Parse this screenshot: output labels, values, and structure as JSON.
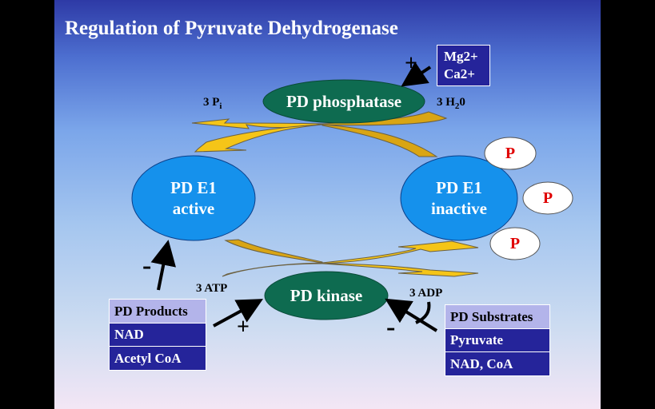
{
  "title": "Regulation of Pyruvate Dehydrogenase",
  "colors": {
    "enzyme_green": "#0e6b50",
    "e1_blue": "#1591ec",
    "arrow_yellow": "#f5c518",
    "arrow_gold": "#d9a514",
    "box_dark": "#25249a",
    "box_header": "#b3b4ea",
    "phosphate_red": "#e00000"
  },
  "nodes": {
    "phosphatase": "PD phosphatase",
    "kinase": "PD kinase",
    "e1_active": {
      "line1": "PD E1",
      "line2": "active"
    },
    "e1_inactive": {
      "line1": "PD E1",
      "line2": "inactive"
    }
  },
  "phosphates": [
    "P",
    "P",
    "P"
  ],
  "cofactors": {
    "pi_prefix": "3 P",
    "pi_sub": "i",
    "h2o_prefix": "3 H",
    "h2o_sub": "2",
    "h2o_suffix": "0",
    "atp": "3 ATP",
    "adp": "3 ADP"
  },
  "activators_phosphatase": {
    "line1": "Mg2+",
    "line2": "Ca2+",
    "sign": "+"
  },
  "products_box": {
    "header": "PD Products",
    "items": [
      "NAD",
      "Acetyl CoA"
    ],
    "sign_to_e1": "-",
    "sign_to_kinase": "+"
  },
  "substrates_box": {
    "header": "PD Substrates",
    "items": [
      "Pyruvate",
      "NAD, CoA"
    ],
    "sign_to_kinase": "-"
  }
}
